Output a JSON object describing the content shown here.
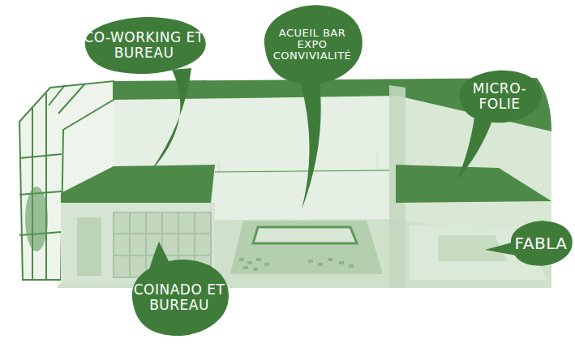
{
  "diagram": {
    "nodes": [
      {
        "text": [
          "CO-WORKING ET BUREAU"
        ]
      },
      {
        "text": [
          "ACUEIL BAR EXPO CONVIVIALITÉ"
        ]
      },
      {
        "text": [
          "MICRO- FOLIE"
        ]
      },
      {
        "text": [
          "FABLA"
        ]
      },
      {
        "text": [
          "COINADO ET BUREAU"
        ]
      }
    ]
  }
}
